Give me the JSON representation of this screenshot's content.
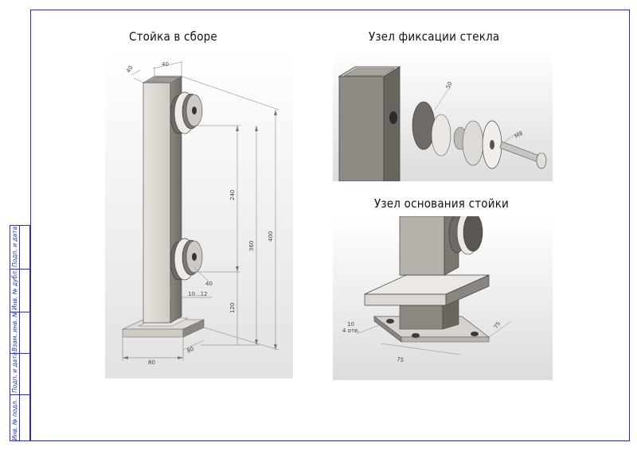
{
  "drawing": {
    "views": {
      "assembly": {
        "title": "Стойка в сборе",
        "dims": {
          "top_a": "40",
          "top_b": "40",
          "base_width": "80",
          "base_depth": "80",
          "h_240": "240",
          "h_360": "360",
          "h_400": "400",
          "h_120": "120",
          "gap": "10...12",
          "dia": "40"
        }
      },
      "glass_node": {
        "title": "Узел фиксации стекла",
        "dims": {
          "washer_dia": "50",
          "bolt": "M8"
        }
      },
      "base_node": {
        "title": "Узел основания стойки",
        "dims": {
          "hole": "10",
          "holes_count": "4 отв.",
          "width": "75",
          "depth": "75"
        }
      }
    },
    "stamp": {
      "cells": [
        "Подп. и дата",
        "Инв. № дубл.",
        "Взам. инв. №",
        "Подп. и дата",
        "Инв. № подл."
      ]
    },
    "colors": {
      "frame": "#2a2fa8",
      "metal_light": "#d8d4cf",
      "metal_dark": "#8c8781"
    }
  }
}
